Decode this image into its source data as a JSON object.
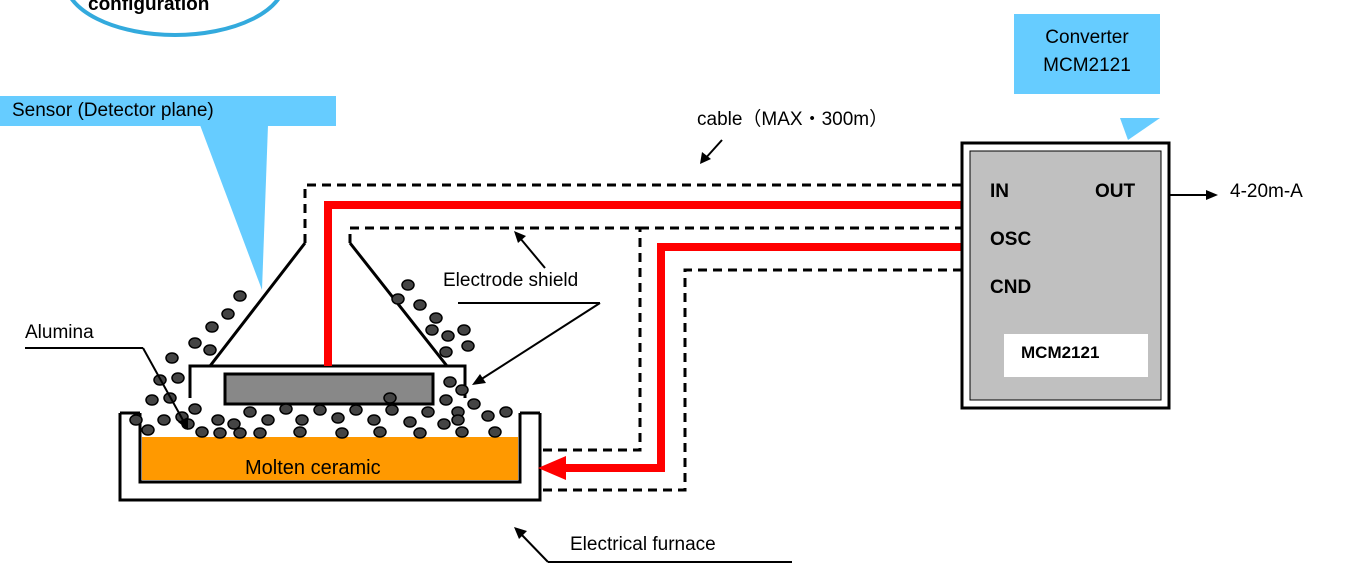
{
  "header": {
    "title_fragment": "configuration"
  },
  "callouts": {
    "sensor": "Sensor (Detector plane)",
    "converter_line1": "Converter",
    "converter_line2": "MCM2121"
  },
  "labels": {
    "cable": "cable（MAX・300m）",
    "electrode_shield": "Electrode shield",
    "alumina": "Alumina",
    "molten_ceramic": "Molten ceramic",
    "electrical_furnace": "Electrical furnace",
    "output_signal": "4-20m-A"
  },
  "converter": {
    "terminals": {
      "in": "IN",
      "out": "OUT",
      "osc": "OSC",
      "cnd": "CND"
    },
    "model_plate": "MCM2121"
  },
  "colors": {
    "signal_line": "#ff0000",
    "callout": "#66ccff",
    "molten": "#ff9900",
    "bead": "#444444",
    "converter_panel": "#c0c0c0"
  }
}
